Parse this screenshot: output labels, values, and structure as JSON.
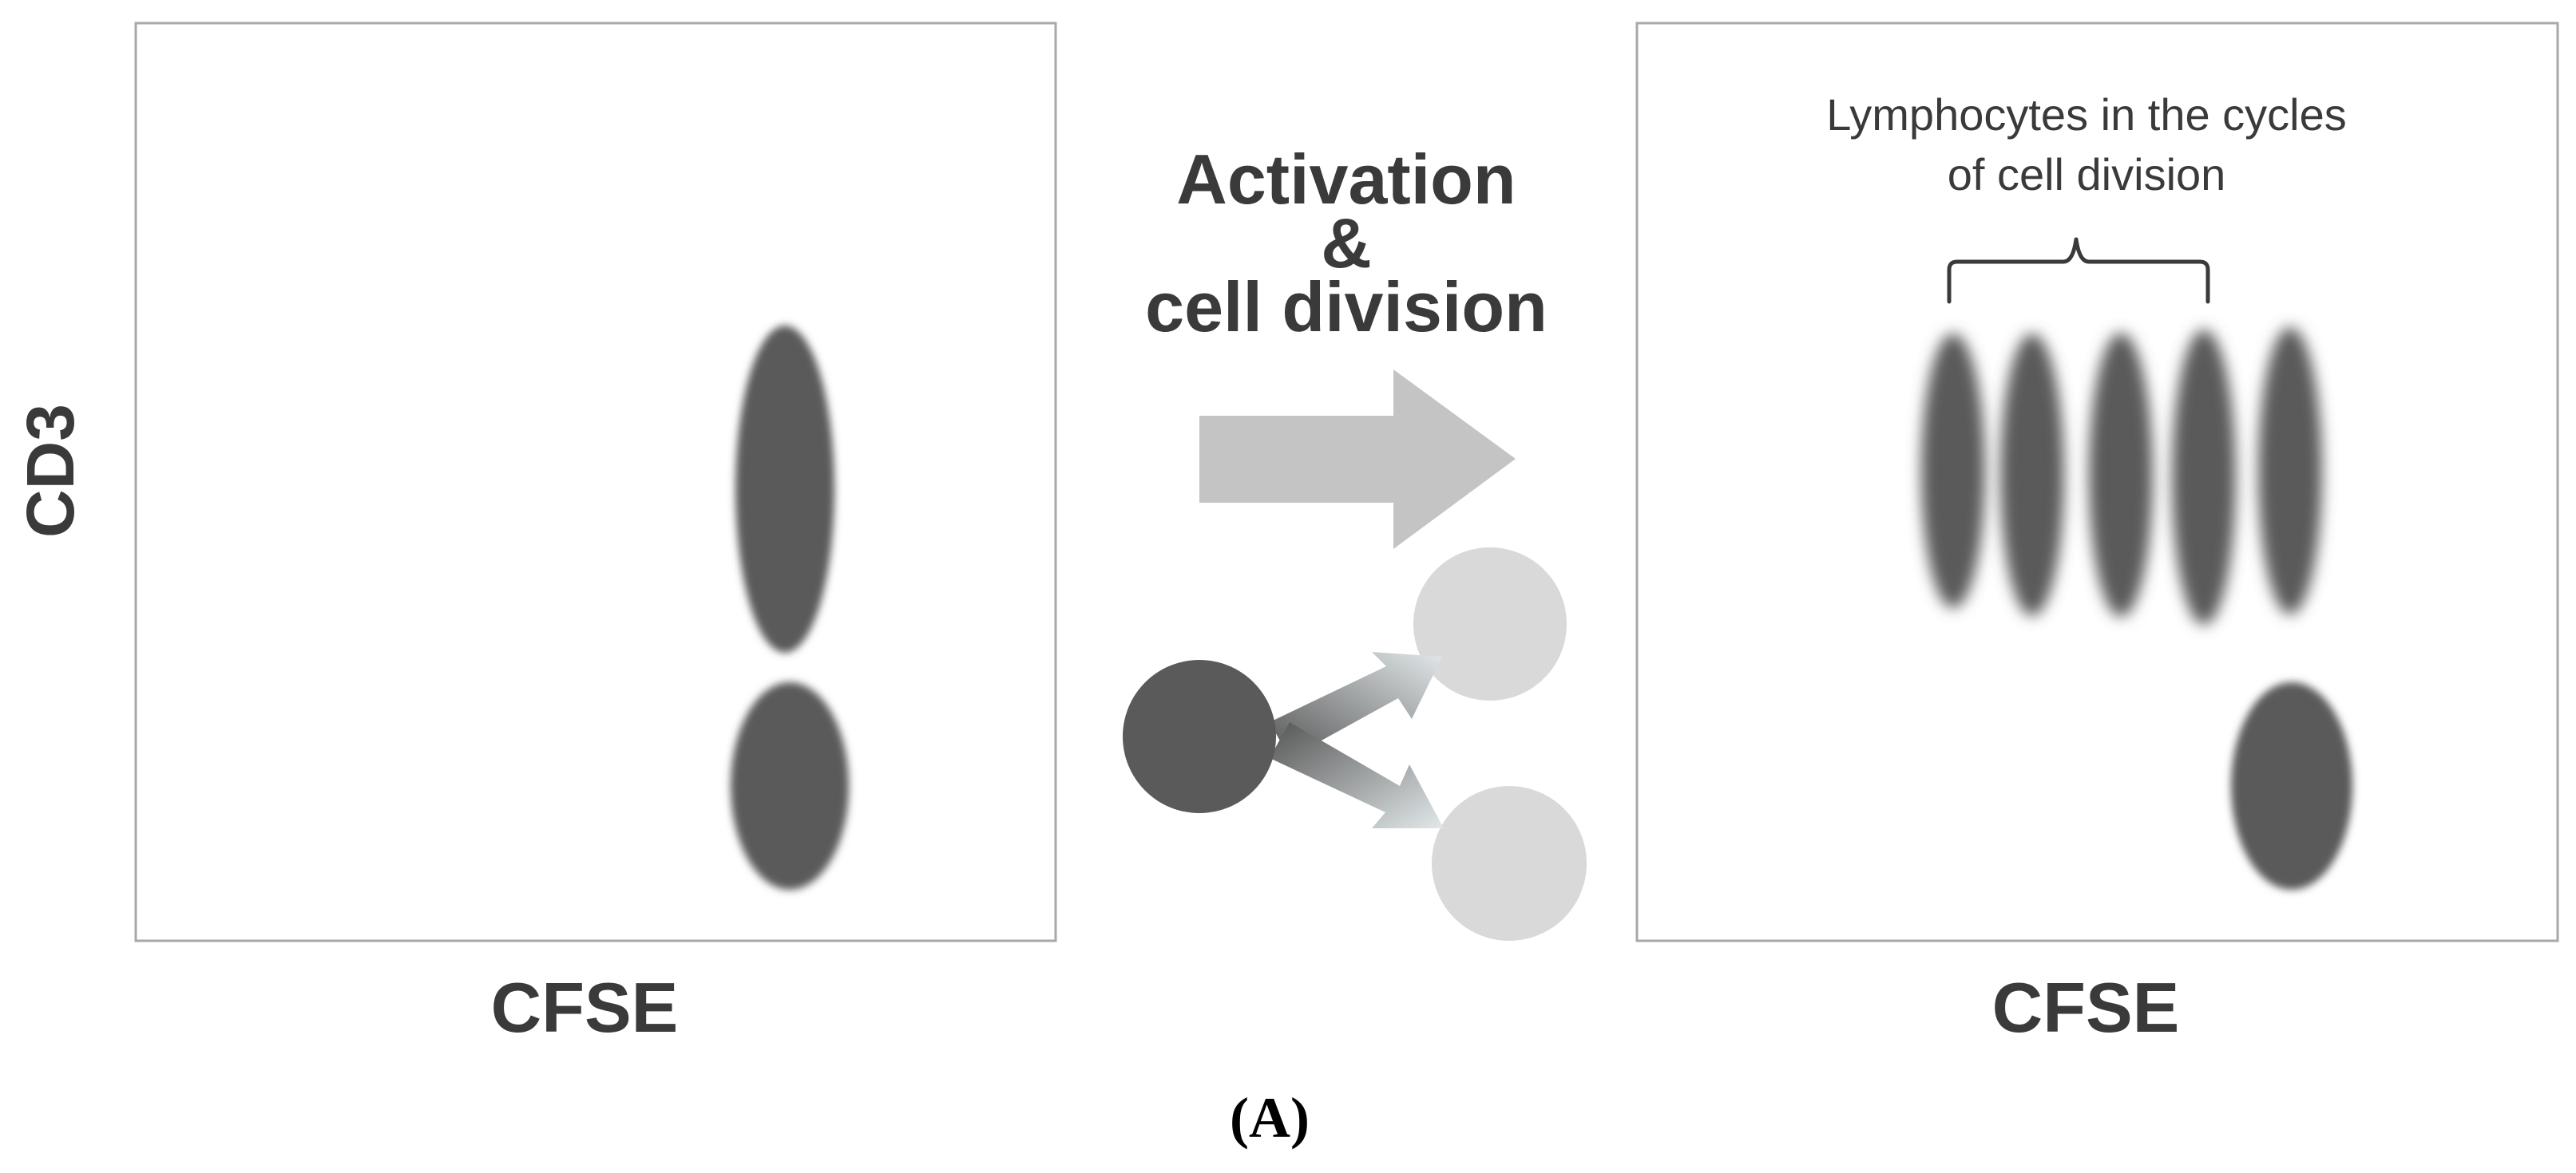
{
  "figure": {
    "y_axis_label": "CD3",
    "left_plot_x_label": "CFSE",
    "right_plot_x_label": "CFSE",
    "center": {
      "title_line1": "Activation",
      "title_line2": "&",
      "title_line3": "cell division"
    },
    "annotation": {
      "line1": "Lymphocytes in the cycles",
      "line2": "of cell division"
    },
    "panel_label": "(A)"
  },
  "colors": {
    "population": "#5a5a5a",
    "arrow": "#c4c4c4",
    "daughter_cell": "#d9d9d9",
    "text": "#3a3a3a",
    "frame": "#a8a8a8"
  },
  "icons": {
    "big_arrow": "right-arrow-icon",
    "division": "cell-division-icon"
  }
}
